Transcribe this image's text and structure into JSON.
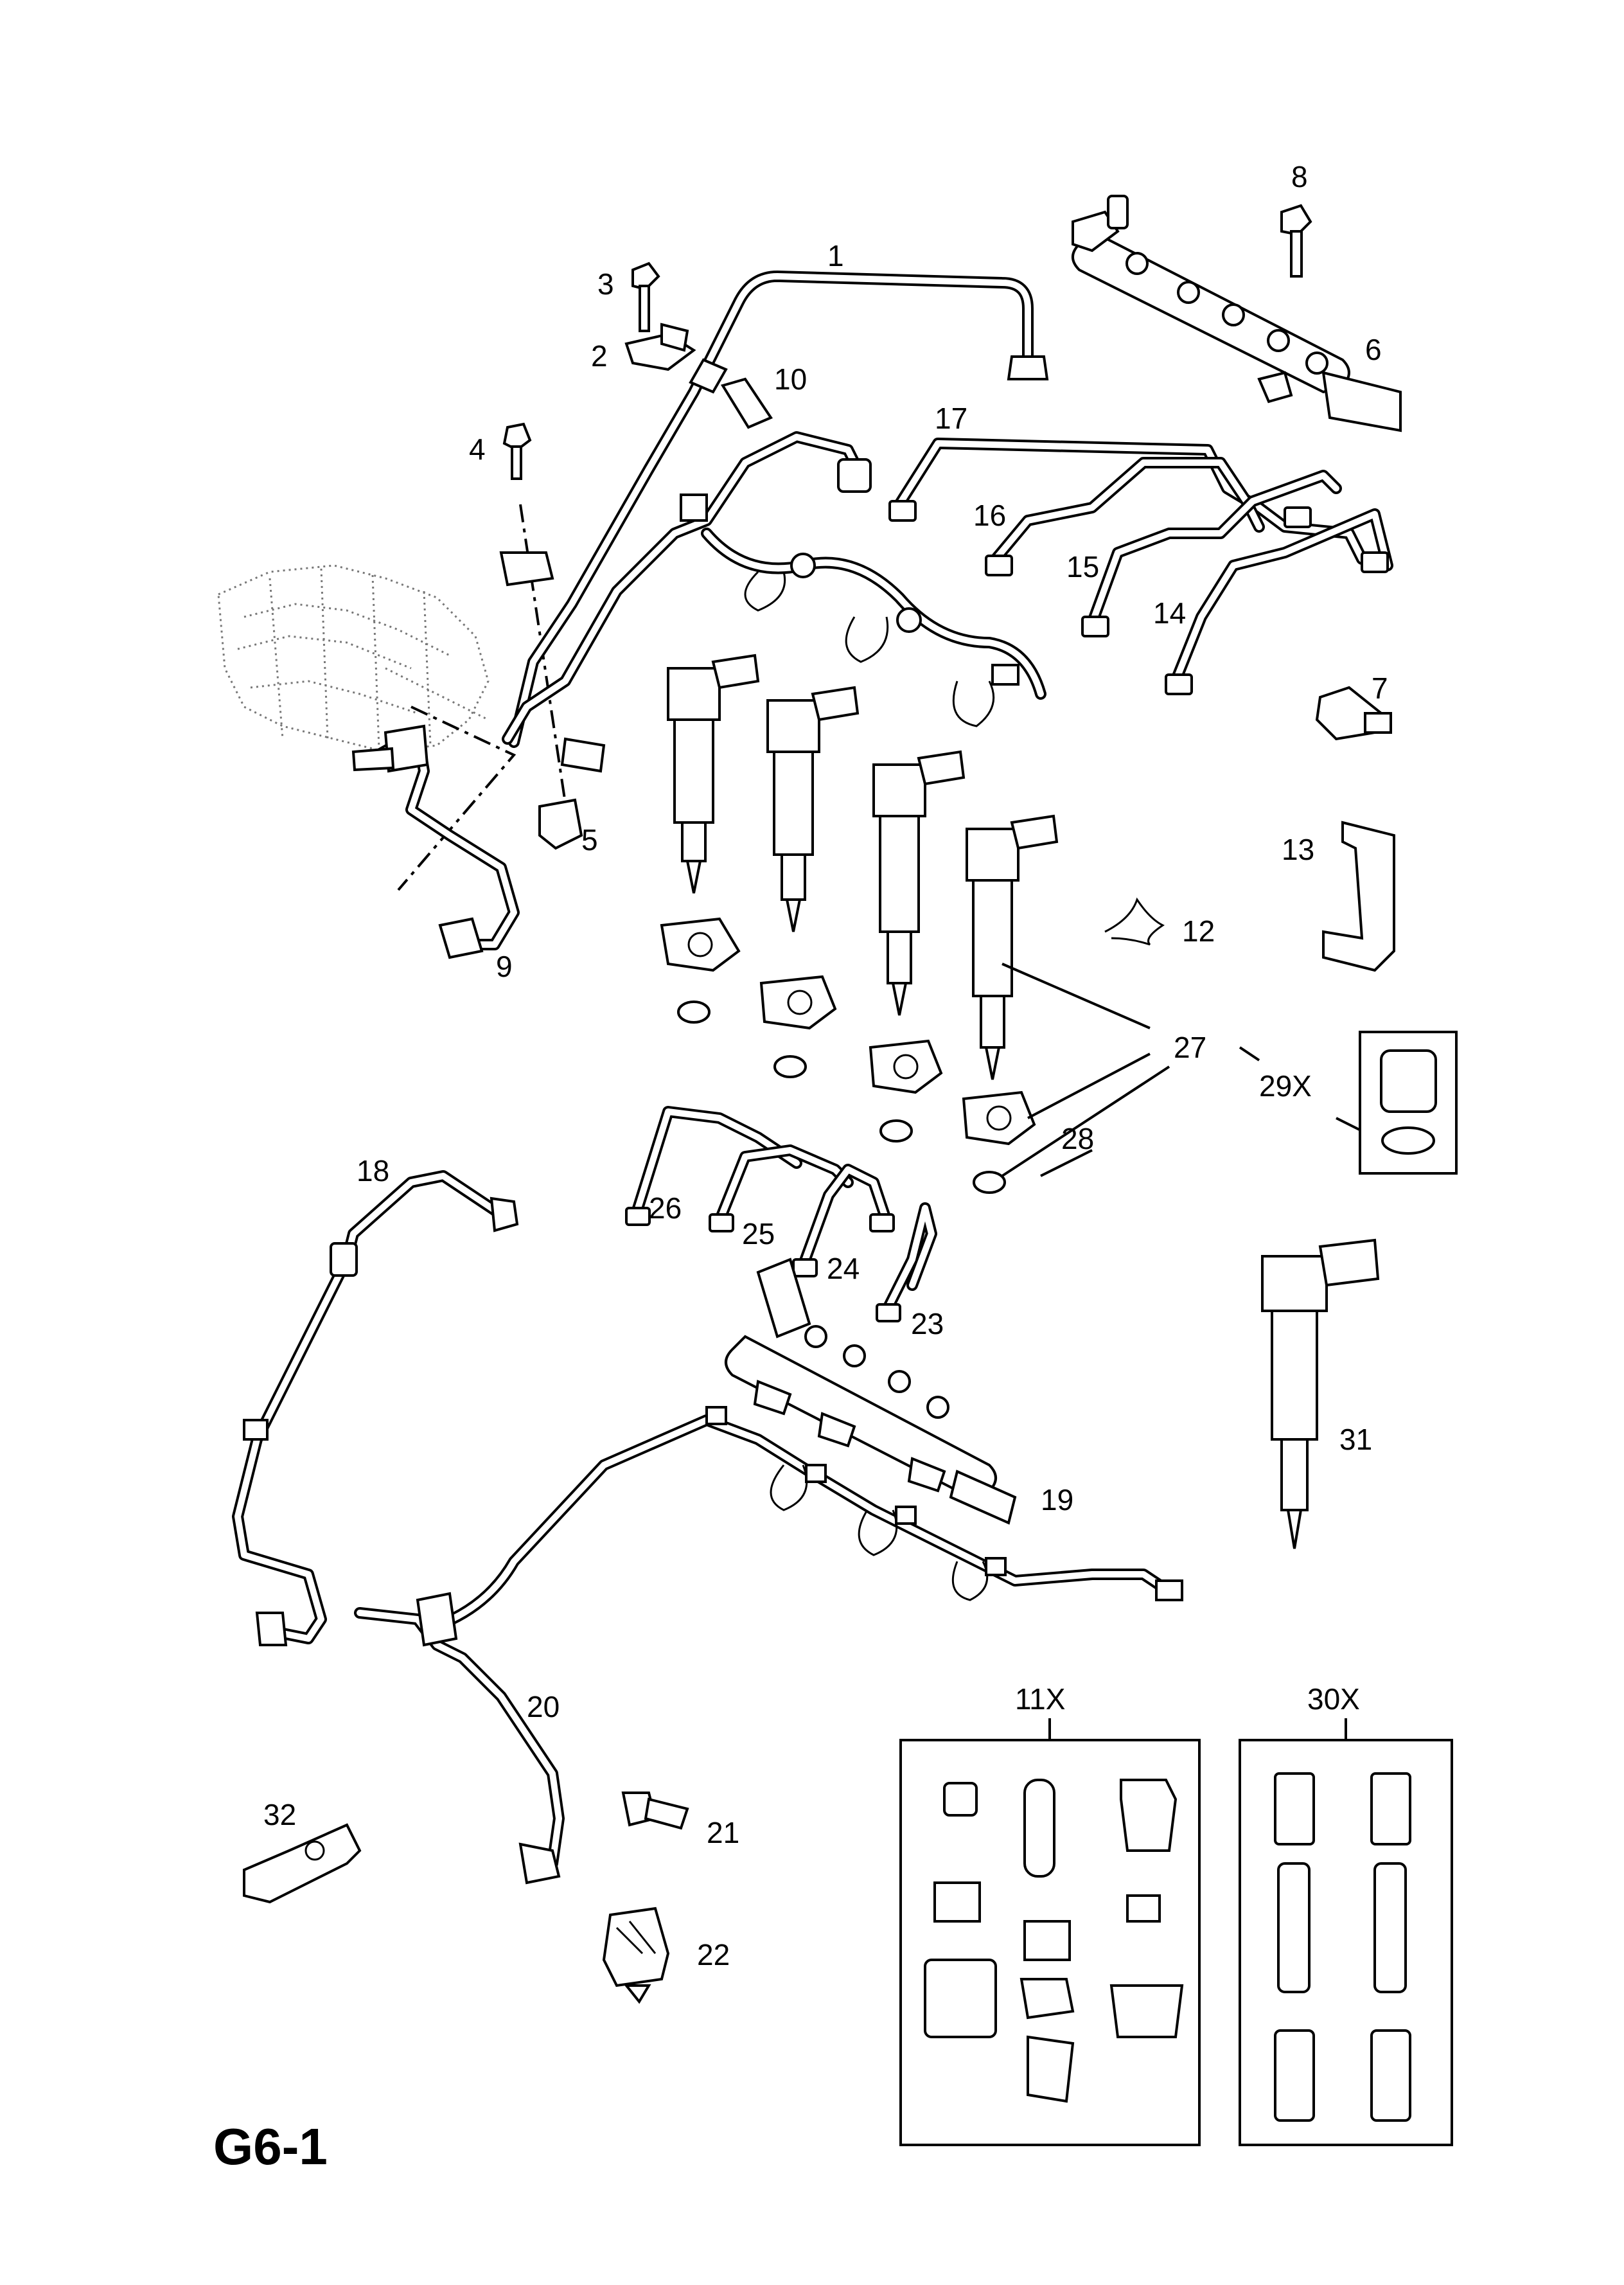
{
  "diagram": {
    "title": "G6-1",
    "part_labels": [
      "1",
      "2",
      "3",
      "4",
      "5",
      "6",
      "7",
      "8",
      "9",
      "10",
      "12",
      "13",
      "14",
      "15",
      "16",
      "17",
      "18",
      "19",
      "20",
      "21",
      "22",
      "23",
      "24",
      "25",
      "26",
      "27",
      "28",
      "29X",
      "31",
      "32"
    ],
    "kit_11x_label": "11X",
    "kit_30x_label": "30X"
  }
}
